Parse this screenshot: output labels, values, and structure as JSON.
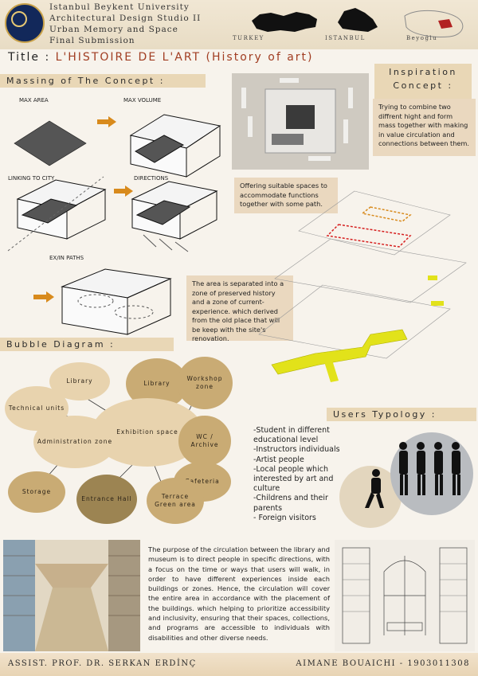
{
  "header": {
    "lines": [
      "Istanbul Beykent University",
      "Architectural Design Studio II",
      "Urban Memory and Space",
      "Final Submission"
    ],
    "map_labels": [
      "TURKEY",
      "ISTANBUL",
      "Beyoğlu"
    ]
  },
  "title": {
    "prefix": "Title :",
    "main": "L'HISTOIRE DE L'ART (History of art)"
  },
  "massing": {
    "heading": "Massing of The Concept :",
    "labels": [
      "MAX AREA",
      "MAX VOLUME",
      "LINKING TO  CITY",
      "DIRECTIONS",
      "EX/IN PATHS"
    ]
  },
  "inspiration": {
    "heading_1": "Inspiration",
    "heading_2": "Concept :",
    "text": "Trying to combine two diffrent hight and form mass together with making in value circulation and connections between them."
  },
  "notes": {
    "functions": "Offering suitable spaces to accommodate functions together with some path.",
    "zones": "The area is separated into a zone of preserved history and a zone of current-experience. which derived from the old place that will be keep with the site's renovation."
  },
  "bubble": {
    "heading": "Bubble Diagram :",
    "nodes": [
      "Library",
      "Library",
      "Workshop zone",
      "Technical units",
      "Exhibition space",
      "Administration zone",
      "WC / Archive",
      "Cafeteria",
      "Storage",
      "Entrance Hall",
      "Terrace Green area"
    ]
  },
  "users": {
    "heading": "Users Typology :",
    "items": [
      "-Student in different educational level",
      "-Instructors individuals",
      "-Artist people",
      "-Local people which interested by art and culture",
      "-Childrens and their parents",
      "- Foreign visitors"
    ]
  },
  "circulation": {
    "text": "The purpose of the circulation between the library and museum is to direct people in specific directions, with a focus on the time or ways that users will walk, in order to have different experiences inside each buildings or zones. Hence, the circulation will cover the entire area in accordance with the placement of the buildings. which helping to prioritize accessibility and inclusivity, ensuring that their spaces, collections, and programs are accessible to individuals with disabilities and other diverse needs."
  },
  "footer": {
    "left": "ASSIST. PROF. DR. SERKAN ERDİNÇ",
    "right": "AIMANE BOUAICHI - 1903011308"
  },
  "colors": {
    "accent": "#d88a1c",
    "highlight": "#e2e21a",
    "section": "#e9d7b6",
    "bubble_light": "#e8d3ae",
    "bubble_mid": "#c9ab74",
    "bubble_dark": "#9c8452"
  }
}
